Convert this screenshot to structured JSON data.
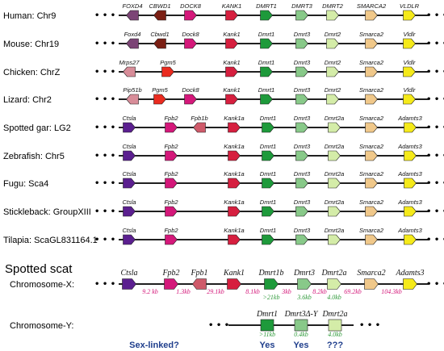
{
  "colors": {
    "purple": "#5b1f8f",
    "foxd4": "#7c4576",
    "brown": "#7b1f14",
    "magenta": "#d4187a",
    "crimson": "#d61f3f",
    "rose": "#cf5a6a",
    "pink_light": "#d88d99",
    "red": "#ea2b1f",
    "green_dark": "#1e9a3b",
    "green_mid": "#88c989",
    "green_light": "#d4eca8",
    "tan": "#f0c88a",
    "yellow": "#f5ea1a",
    "dist_pink": "#d4187a",
    "dist_green": "#2e9a3a",
    "status_blue": "#1f3e8c"
  },
  "species_rows": [
    {
      "label": "Human: Chr9",
      "genes": [
        {
          "name": "FOXD4",
          "color": "foxd4",
          "dir": "left"
        },
        {
          "name": "CBWD1",
          "color": "brown",
          "dir": "left"
        },
        {
          "name": "DOCK8",
          "color": "magenta",
          "dir": "right"
        },
        {
          "name": "KANK1",
          "color": "crimson",
          "dir": "right"
        },
        {
          "name": "DMRT1",
          "color": "green_dark",
          "dir": "right"
        },
        {
          "name": "DMRT3",
          "color": "green_mid",
          "dir": "right"
        },
        {
          "name": "DMRT2",
          "color": "green_light",
          "dir": "right"
        },
        {
          "name": "SMARCA2",
          "color": "tan",
          "dir": "right"
        },
        {
          "name": "VLDLR",
          "color": "yellow",
          "dir": "right"
        }
      ]
    },
    {
      "label": "Mouse: Chr19",
      "genes": [
        {
          "name": "Foxd4",
          "color": "foxd4",
          "dir": "left"
        },
        {
          "name": "Cbwd1",
          "color": "brown",
          "dir": "left"
        },
        {
          "name": "Dock8",
          "color": "magenta",
          "dir": "right"
        },
        {
          "name": "Kank1",
          "color": "crimson",
          "dir": "right"
        },
        {
          "name": "Dmrt1",
          "color": "green_dark",
          "dir": "right"
        },
        {
          "name": "Dmrt3",
          "color": "green_mid",
          "dir": "right"
        },
        {
          "name": "Dmrt2",
          "color": "green_light",
          "dir": "right"
        },
        {
          "name": "Smarca2",
          "color": "tan",
          "dir": "right"
        },
        {
          "name": "Vldlr",
          "color": "yellow",
          "dir": "right"
        }
      ]
    },
    {
      "label": "Chicken: ChrZ",
      "genes": [
        {
          "name": "Mrps27",
          "color": "pink_light",
          "dir": "left"
        },
        {
          "name": "Pgm5",
          "color": "red",
          "dir": "right"
        },
        {
          "name": "Kank1",
          "color": "crimson",
          "dir": "right"
        },
        {
          "name": "Dmrt1",
          "color": "green_dark",
          "dir": "right"
        },
        {
          "name": "Dmrt3",
          "color": "green_mid",
          "dir": "right"
        },
        {
          "name": "Dmrt2",
          "color": "green_light",
          "dir": "right"
        },
        {
          "name": "Smarca2",
          "color": "tan",
          "dir": "right"
        },
        {
          "name": "Vldlr",
          "color": "yellow",
          "dir": "right"
        }
      ]
    },
    {
      "label": "Lizard: Chr2",
      "genes": [
        {
          "name": "Pip51b",
          "color": "pink_light",
          "dir": "left"
        },
        {
          "name": "Pgm5",
          "color": "red",
          "dir": "right"
        },
        {
          "name": "Dock8",
          "color": "magenta",
          "dir": "right"
        },
        {
          "name": "Kank1",
          "color": "crimson",
          "dir": "right"
        },
        {
          "name": "Dmrt1",
          "color": "green_dark",
          "dir": "right"
        },
        {
          "name": "Dmrt3",
          "color": "green_mid",
          "dir": "right"
        },
        {
          "name": "Dmrt2",
          "color": "green_light",
          "dir": "right"
        },
        {
          "name": "Smarca2",
          "color": "tan",
          "dir": "right"
        },
        {
          "name": "Vldlr",
          "color": "yellow",
          "dir": "right"
        }
      ]
    },
    {
      "label": "Spotted gar: LG2",
      "genes": [
        {
          "name": "Ctsla",
          "color": "purple",
          "dir": "right"
        },
        {
          "name": "Fpb2",
          "color": "magenta",
          "dir": "right"
        },
        {
          "name": "Fpb1b",
          "color": "rose",
          "dir": "left"
        },
        {
          "name": "Kank1a",
          "color": "crimson",
          "dir": "right"
        },
        {
          "name": "Dmrt1",
          "color": "green_dark",
          "dir": "right"
        },
        {
          "name": "Dmrt3",
          "color": "green_mid",
          "dir": "right"
        },
        {
          "name": "Dmrt2a",
          "color": "green_light",
          "dir": "right"
        },
        {
          "name": "Smarca2",
          "color": "tan",
          "dir": "right"
        },
        {
          "name": "Adamts3",
          "color": "yellow",
          "dir": "right"
        }
      ]
    },
    {
      "label": "Zebrafish: Chr5",
      "genes": [
        {
          "name": "Ctsla",
          "color": "purple",
          "dir": "right"
        },
        {
          "name": "Fpb2",
          "color": "magenta",
          "dir": "right"
        },
        {
          "name": "Kank1a",
          "color": "crimson",
          "dir": "right"
        },
        {
          "name": "Dmrt1",
          "color": "green_dark",
          "dir": "right"
        },
        {
          "name": "Dmrt3",
          "color": "green_mid",
          "dir": "right"
        },
        {
          "name": "Dmrt2a",
          "color": "green_light",
          "dir": "right"
        },
        {
          "name": "Smarca2",
          "color": "tan",
          "dir": "right"
        },
        {
          "name": "Adamts3",
          "color": "yellow",
          "dir": "right"
        }
      ]
    },
    {
      "label": "Fugu: Sca4",
      "genes": [
        {
          "name": "Ctsla",
          "color": "purple",
          "dir": "right"
        },
        {
          "name": "Fpb2",
          "color": "magenta",
          "dir": "right"
        },
        {
          "name": "Kank1a",
          "color": "crimson",
          "dir": "right"
        },
        {
          "name": "Dmrt1",
          "color": "green_dark",
          "dir": "right"
        },
        {
          "name": "Dmrt3",
          "color": "green_mid",
          "dir": "right"
        },
        {
          "name": "Dmrt2a",
          "color": "green_light",
          "dir": "right"
        },
        {
          "name": "Smarca2",
          "color": "tan",
          "dir": "right"
        },
        {
          "name": "Adamts3",
          "color": "yellow",
          "dir": "right"
        }
      ]
    },
    {
      "label": "Stickleback: GroupXIII",
      "genes": [
        {
          "name": "Ctsla",
          "color": "purple",
          "dir": "right"
        },
        {
          "name": "Fpb2",
          "color": "magenta",
          "dir": "right"
        },
        {
          "name": "Kank1a",
          "color": "crimson",
          "dir": "right"
        },
        {
          "name": "Dmrt1",
          "color": "green_dark",
          "dir": "right"
        },
        {
          "name": "Dmrt3",
          "color": "green_mid",
          "dir": "right"
        },
        {
          "name": "Dmrt2a",
          "color": "green_light",
          "dir": "right"
        },
        {
          "name": "Smarca2",
          "color": "tan",
          "dir": "right"
        },
        {
          "name": "Adamts3",
          "color": "yellow",
          "dir": "right"
        }
      ]
    },
    {
      "label": "Tilapia: ScaGL831164.1",
      "genes": [
        {
          "name": "Ctsla",
          "color": "purple",
          "dir": "right"
        },
        {
          "name": "Fpb2",
          "color": "magenta",
          "dir": "right"
        },
        {
          "name": "Kank1a",
          "color": "crimson",
          "dir": "right"
        },
        {
          "name": "Dmrt1",
          "color": "green_dark",
          "dir": "right"
        },
        {
          "name": "Dmrt3",
          "color": "green_mid",
          "dir": "right"
        },
        {
          "name": "Dmrt2a",
          "color": "green_light",
          "dir": "right"
        },
        {
          "name": "Smarca2",
          "color": "tan",
          "dir": "right"
        },
        {
          "name": "Adamts3",
          "color": "yellow",
          "dir": "right"
        }
      ]
    }
  ],
  "scat": {
    "title": "Spotted scat",
    "x_label": "Chromosome-X:",
    "y_label": "Chromosome-Y:",
    "x_genes": [
      {
        "name": "Ctsla",
        "color": "purple",
        "dir": "right"
      },
      {
        "name": "Fpb2",
        "color": "magenta",
        "dir": "right"
      },
      {
        "name": "Fpb1",
        "color": "rose",
        "dir": "left"
      },
      {
        "name": "Kank1",
        "color": "crimson",
        "dir": "right"
      },
      {
        "name": "Dmrt1b",
        "color": "green_dark",
        "dir": "right"
      },
      {
        "name": "Dmrt3",
        "color": "green_mid",
        "dir": "right"
      },
      {
        "name": "Dmrt2a",
        "color": "green_light",
        "dir": "right"
      },
      {
        "name": "Smarca2",
        "color": "tan",
        "dir": "right"
      },
      {
        "name": "Adamts3",
        "color": "yellow",
        "dir": "right"
      }
    ],
    "x_distances": [
      {
        "text": "9.2 kb",
        "color": "dist_pink",
        "row": 1
      },
      {
        "text": "1.3kb",
        "color": "dist_pink",
        "row": 1
      },
      {
        "text": "29.1kb",
        "color": "dist_pink",
        "row": 1
      },
      {
        "text": "8.1kb",
        "color": "dist_pink",
        "row": 1
      },
      {
        "text": ">21kb",
        "color": "dist_green",
        "row": 2
      },
      {
        "text": "3kb",
        "color": "dist_pink",
        "row": 1
      },
      {
        "text": "3.6kb",
        "color": "dist_green",
        "row": 2
      },
      {
        "text": "8.2kb",
        "color": "dist_pink",
        "row": 1
      },
      {
        "text": "4.0kb",
        "color": "dist_green",
        "row": 2
      },
      {
        "text": "69.2kb",
        "color": "dist_pink",
        "row": 1
      },
      {
        "text": "104.3kb",
        "color": "dist_pink",
        "row": 1
      }
    ],
    "y_genes": [
      {
        "name": "Dmrt1",
        "color": "green_dark",
        "size": ">11kb"
      },
      {
        "name": "Dmrt3Δ-Y",
        "color": "green_mid",
        "size": "0.4kb"
      },
      {
        "name": "Dmrt2a",
        "color": "green_light",
        "size": "4.0kb"
      }
    ],
    "status_question": "Sex-linked?",
    "status": [
      "Yes",
      "Yes",
      "???"
    ]
  }
}
